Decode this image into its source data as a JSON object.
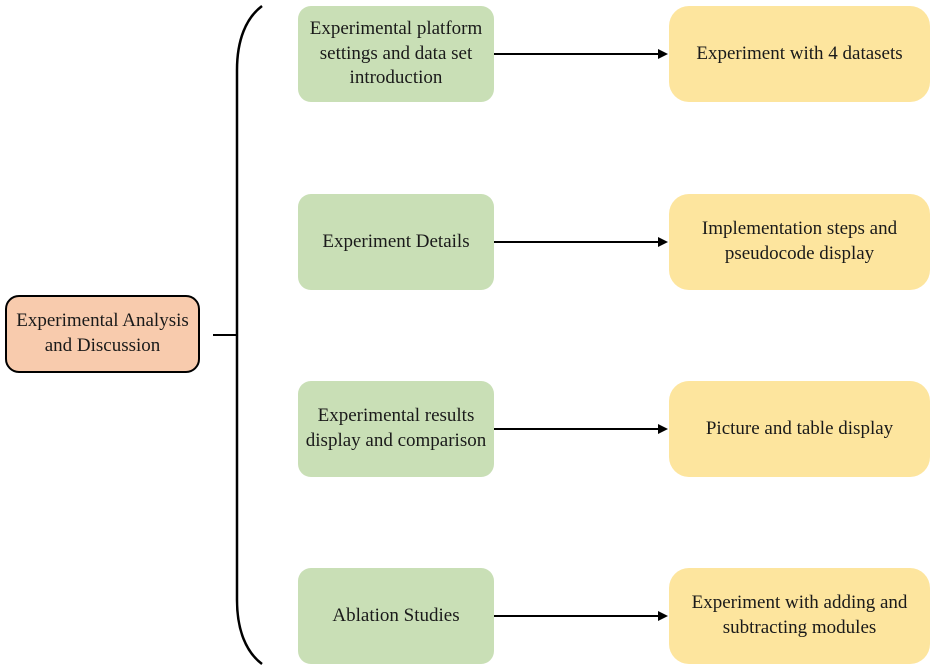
{
  "root": {
    "label": "Experimental Analysis\nand Discussion"
  },
  "branches": [
    {
      "topic": "Experimental platform\nsettings and data set\nintroduction",
      "detail": "Experiment with 4 datasets"
    },
    {
      "topic": "Experiment Details",
      "detail": "Implementation steps and\npseudocode display"
    },
    {
      "topic": "Experimental results\ndisplay and comparison",
      "detail": "Picture and table display"
    },
    {
      "topic": "Ablation Studies",
      "detail": "Experiment with adding and\nsubtracting modules"
    }
  ],
  "colors": {
    "root_fill": "#f8cbad",
    "topic_fill": "#c9dfb6",
    "detail_fill": "#fde59e",
    "line": "#000000"
  }
}
